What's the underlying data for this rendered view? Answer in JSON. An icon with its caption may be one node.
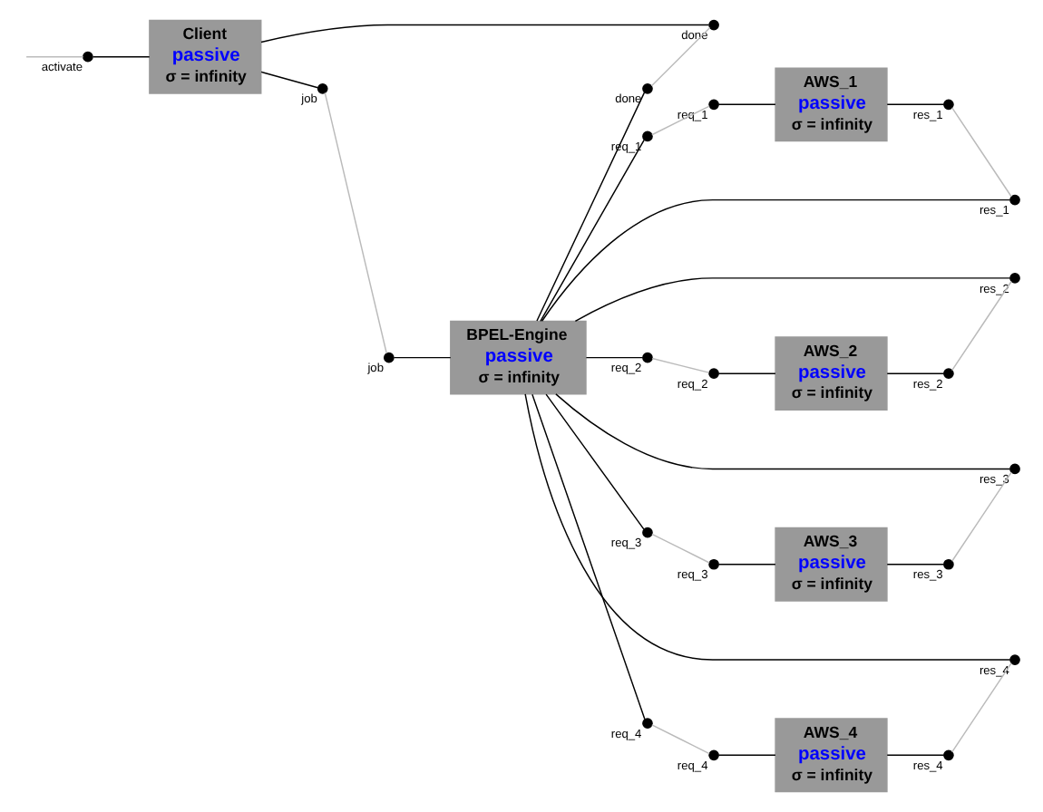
{
  "diagram": {
    "nodes": [
      {
        "text": [
          "Client",
          "passive",
          "σ = infinity"
        ]
      },
      {
        "text": [],
        "shape": "circle",
        "beside": [
          "activate"
        ]
      },
      {
        "text": [],
        "shape": "circle",
        "beside": [
          "done"
        ]
      },
      {
        "text": [],
        "shape": "circle",
        "beside": [
          "job"
        ]
      },
      {
        "text": [
          "AWS_1",
          "passive",
          "σ = infinity"
        ]
      },
      {
        "text": [],
        "shape": "circle",
        "beside": [
          "req_1"
        ]
      },
      {
        "text": [],
        "shape": "circle",
        "beside": [
          "res_1"
        ]
      },
      {
        "text": [
          "BPEL-Engine",
          "passive",
          "σ = infinity"
        ]
      },
      {
        "text": [],
        "shape": "circle",
        "beside": [
          "job"
        ]
      },
      {
        "text": [],
        "shape": "circle",
        "beside": [
          "res_1"
        ]
      },
      {
        "text": [],
        "shape": "circle",
        "beside": [
          "res_2"
        ]
      },
      {
        "text": [],
        "shape": "circle",
        "beside": [
          "res_3"
        ]
      },
      {
        "text": [],
        "shape": "circle",
        "beside": [
          "res_4"
        ]
      },
      {
        "text": [],
        "shape": "circle",
        "beside": [
          "done"
        ]
      },
      {
        "text": [],
        "shape": "circle",
        "beside": [
          "req_1"
        ]
      },
      {
        "text": [],
        "shape": "circle",
        "beside": [
          "req_2"
        ]
      },
      {
        "text": [],
        "shape": "circle",
        "beside": [
          "req_3"
        ]
      },
      {
        "text": [],
        "shape": "circle",
        "beside": [
          "req_4"
        ]
      },
      {
        "text": [
          "AWS_2",
          "passive",
          "σ = infinity"
        ]
      },
      {
        "text": [],
        "shape": "circle",
        "beside": [
          "req_2"
        ]
      },
      {
        "text": [],
        "shape": "circle",
        "beside": [
          "res_2"
        ]
      },
      {
        "text": [
          "AWS_4",
          "passive",
          "σ = infinity"
        ]
      },
      {
        "text": [],
        "shape": "circle",
        "beside": [
          "req_4"
        ]
      },
      {
        "text": [],
        "shape": "circle",
        "beside": [
          "res_4"
        ]
      },
      {
        "text": [
          "AWS_3",
          "passive",
          "σ = infinity"
        ]
      },
      {
        "text": [],
        "shape": "circle",
        "beside": [
          "req_3"
        ]
      },
      {
        "text": [],
        "shape": "circle",
        "beside": [
          "res_3"
        ]
      }
    ],
    "edges": [
      {
        "from": 1,
        "to": 0,
        "arrow": "none"
      },
      {
        "from": 2,
        "to": 0,
        "arrow": "none"
      },
      {
        "from": 0,
        "to": 3,
        "arrow": "none"
      },
      {
        "from": 5,
        "to": 4,
        "arrow": "none"
      },
      {
        "from": 4,
        "to": 6,
        "arrow": "none"
      },
      {
        "from": 8,
        "to": 7,
        "arrow": "none"
      },
      {
        "from": 9,
        "to": 7,
        "arrow": "none"
      },
      {
        "from": 10,
        "to": 7,
        "arrow": "none"
      },
      {
        "from": 11,
        "to": 7,
        "arrow": "none"
      },
      {
        "from": 12,
        "to": 7,
        "arrow": "none"
      },
      {
        "from": 7,
        "to": 13,
        "arrow": "none"
      },
      {
        "from": 7,
        "to": 14,
        "arrow": "none"
      },
      {
        "from": 7,
        "to": 15,
        "arrow": "none"
      },
      {
        "from": 7,
        "to": 16,
        "arrow": "none"
      },
      {
        "from": 7,
        "to": 17,
        "arrow": "none"
      },
      {
        "from": 19,
        "to": 18,
        "arrow": "none"
      },
      {
        "from": 18,
        "to": 20,
        "arrow": "none"
      },
      {
        "from": 22,
        "to": 21,
        "arrow": "none"
      },
      {
        "from": 21,
        "to": 23,
        "arrow": "none"
      },
      {
        "from": 25,
        "to": 24,
        "arrow": "none"
      },
      {
        "from": 24,
        "to": 26,
        "arrow": "none"
      },
      {
        "from": null,
        "to": 1,
        "arrow": "none",
        "color": "#bbbbbb"
      },
      {
        "from": 3,
        "to": 8,
        "arrow": "none",
        "color": "#bbbbbb"
      },
      {
        "from": 13,
        "to": 2,
        "arrow": "none",
        "color": "#bbbbbb"
      },
      {
        "from": 14,
        "to": 5,
        "arrow": "none",
        "color": "#bbbbbb"
      },
      {
        "from": 6,
        "to": 9,
        "arrow": "none",
        "color": "#bbbbbb"
      },
      {
        "from": 15,
        "to": 19,
        "arrow": "none",
        "color": "#bbbbbb"
      },
      {
        "from": 20,
        "to": 10,
        "arrow": "none",
        "color": "#bbbbbb"
      },
      {
        "from": 16,
        "to": 25,
        "arrow": "none",
        "color": "#bbbbbb"
      },
      {
        "from": 26,
        "to": 11,
        "arrow": "none",
        "color": "#bbbbbb"
      },
      {
        "from": 17,
        "to": 22,
        "arrow": "none",
        "color": "#bbbbbb"
      },
      {
        "from": 23,
        "to": 12,
        "arrow": "none",
        "color": "#bbbbbb"
      }
    ]
  }
}
